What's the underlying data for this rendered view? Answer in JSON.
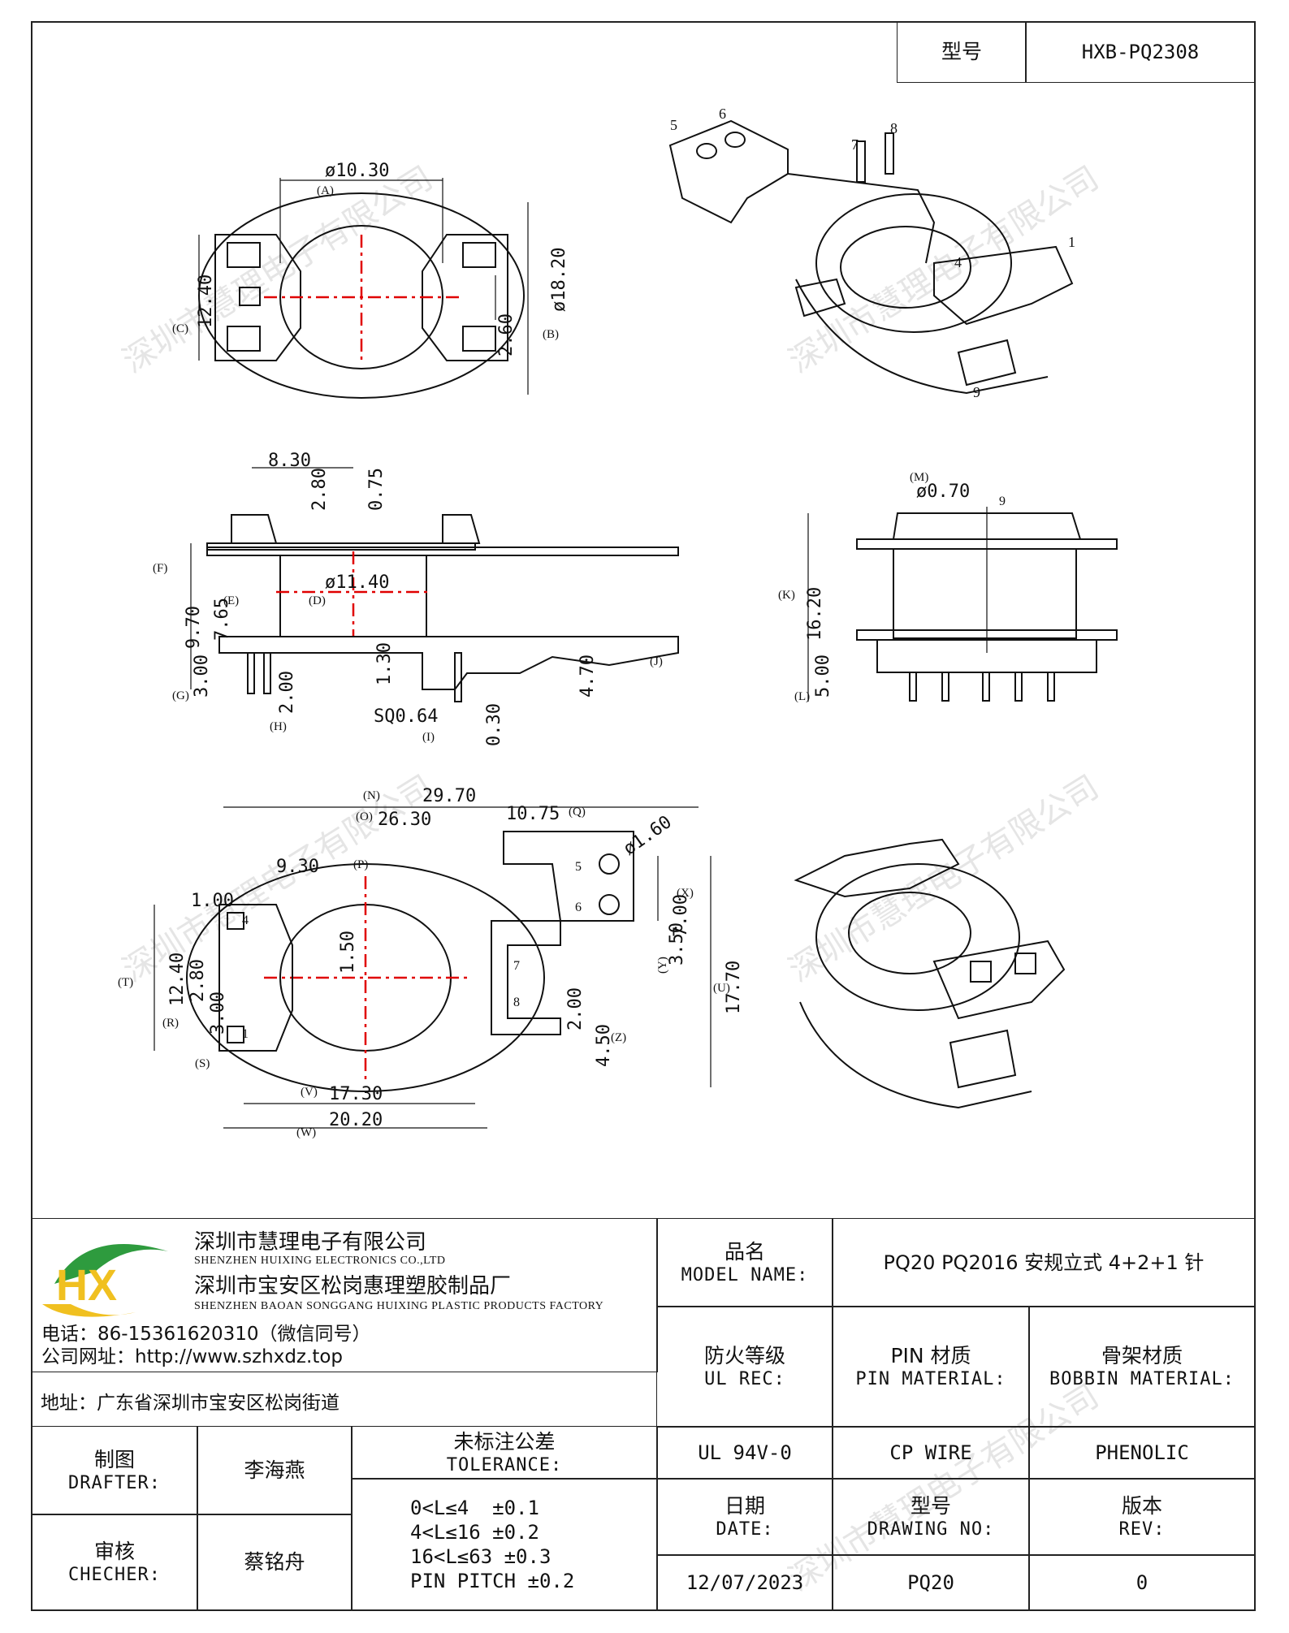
{
  "title_block_top": {
    "model_label": "型号",
    "model_value": "HXB-PQ2308"
  },
  "company": {
    "name_cn": "深圳市慧理电子有限公司",
    "name_en": "SHENZHEN HUIXING ELECTRONICS CO.,LTD",
    "factory_cn": "深圳市宝安区松岗惠理塑胶制品厂",
    "factory_en": "SHENZHEN BAOAN SONGGANG HUIXING PLASTIC PRODUCTS FACTORY",
    "phone": "电话：86-15361620310（微信同号）",
    "website": "公司网址：http://www.szhxdz.top",
    "address": "地址：广东省深圳市宝安区松岗街道",
    "logo_text": "HX",
    "logo_colors": {
      "green": "#2e9b3e",
      "yellow": "#f0c020"
    }
  },
  "model_name": {
    "label_cn": "品名",
    "label_en": "MODEL NAME:",
    "value": "PQ20 PQ2016 安规立式 4+2+1 针"
  },
  "ul": {
    "label_cn": "防火等级",
    "label_en": "UL REC:",
    "value": "UL 94V-0"
  },
  "pin_material": {
    "label_cn": "PIN 材质",
    "label_en": "PIN MATERIAL:",
    "value": "CP WIRE"
  },
  "bobbin_material": {
    "label_cn": "骨架材质",
    "label_en": "BOBBIN MATERIAL:",
    "value": "PHENOLIC"
  },
  "drafter": {
    "label_cn": "制图",
    "label_en": "DRAFTER:",
    "value": "李海燕"
  },
  "checker": {
    "label_cn": "审核",
    "label_en": "CHECHER:",
    "value": "蔡铭舟"
  },
  "tolerance": {
    "label_cn": "未标注公差",
    "label_en": "TOLERANCE:",
    "rows": [
      "0<L≤4  ±0.1",
      "4<L≤16 ±0.2",
      "16<L≤63 ±0.3",
      "PIN PITCH ±0.2"
    ]
  },
  "date": {
    "label_cn": "日期",
    "label_en": "DATE:",
    "value": "12/07/2023"
  },
  "drawing_no": {
    "label_cn": "型号",
    "label_en": "DRAWING NO:",
    "value": "PQ20"
  },
  "rev": {
    "label_cn": "版本",
    "label_en": "REV:",
    "value": "0"
  },
  "watermark": "深圳市慧理电子有限公司",
  "drawing": {
    "top_view": {
      "dims": [
        "ø10.30",
        "12.40",
        "2.60",
        "ø18.20"
      ],
      "labels": [
        "(A)",
        "(B)",
        "(C)"
      ]
    },
    "side_view": {
      "dims": [
        "8.30",
        "2.80",
        "0.75",
        "ø11.40",
        "9.70",
        "7.65",
        "1.30",
        "4.70",
        "3.00",
        "2.00",
        "SQ0.64",
        "0.30"
      ],
      "labels": [
        "(F)",
        "(E)",
        "(D)",
        "(G)",
        "(H)",
        "(I)",
        "(J)"
      ]
    },
    "front_view": {
      "dims": [
        "ø0.70",
        "16.20",
        "5.00"
      ],
      "labels": [
        "(M)",
        "(K)",
        "(L)"
      ],
      "pin": "9"
    },
    "bottom_view": {
      "dims": [
        "29.70",
        "26.30",
        "10.75",
        "ø1.60",
        "9.30",
        "1.00",
        "1.50",
        "7.00",
        "3.50",
        "17.70",
        "12.40",
        "2.80",
        "3.00",
        "2.00",
        "4.50",
        "17.30",
        "20.20"
      ],
      "labels": [
        "(N)",
        "(O)",
        "(Q)",
        "(P)",
        "(X)",
        "(Y)",
        "(U)",
        "(T)",
        "(R)",
        "(S)",
        "(Z)",
        "(V)",
        "(W)"
      ],
      "pins": [
        "1",
        "4",
        "5",
        "6",
        "7",
        "8"
      ]
    },
    "iso_view": {
      "pins": [
        "5",
        "6",
        "7",
        "8",
        "1",
        "4",
        "9"
      ]
    }
  }
}
